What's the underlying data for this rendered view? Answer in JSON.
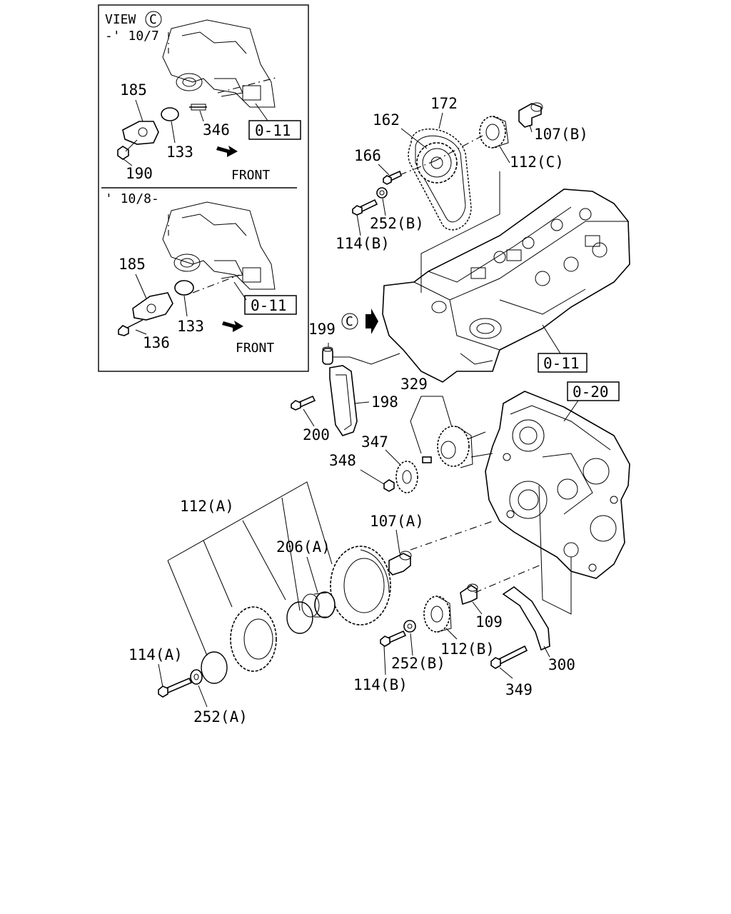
{
  "inset": {
    "view_label": "VIEW",
    "view_circle": "C",
    "top_range": "-' 10/7",
    "bottom_range": "' 10/8-",
    "front_label": "FRONT",
    "top_callouts": {
      "c185": "185",
      "c346": "346",
      "c133": "133",
      "c190": "190",
      "ref": "0-11"
    },
    "bottom_callouts": {
      "c185": "185",
      "c133": "133",
      "c136": "136",
      "ref": "0-11"
    }
  },
  "callouts": {
    "c172": "172",
    "c162": "162",
    "c166": "166",
    "c107b": "107(B)",
    "c112c": "112(C)",
    "c252b_top": "252(B)",
    "c114b_top": "114(B)",
    "c199": "199",
    "c199_circle": "C",
    "ref011": "0-11",
    "c198": "198",
    "c329": "329",
    "c200": "200",
    "c347": "347",
    "c348": "348",
    "ref020": "0-20",
    "c112a": "112(A)",
    "c107a": "107(A)",
    "c206a": "206(A)",
    "c109": "109",
    "c114a": "114(A)",
    "c252b_bot": "252(B)",
    "c112b": "112(B)",
    "c300": "300",
    "c114b_bot": "114(B)",
    "c349": "349",
    "c252a": "252(A)"
  }
}
